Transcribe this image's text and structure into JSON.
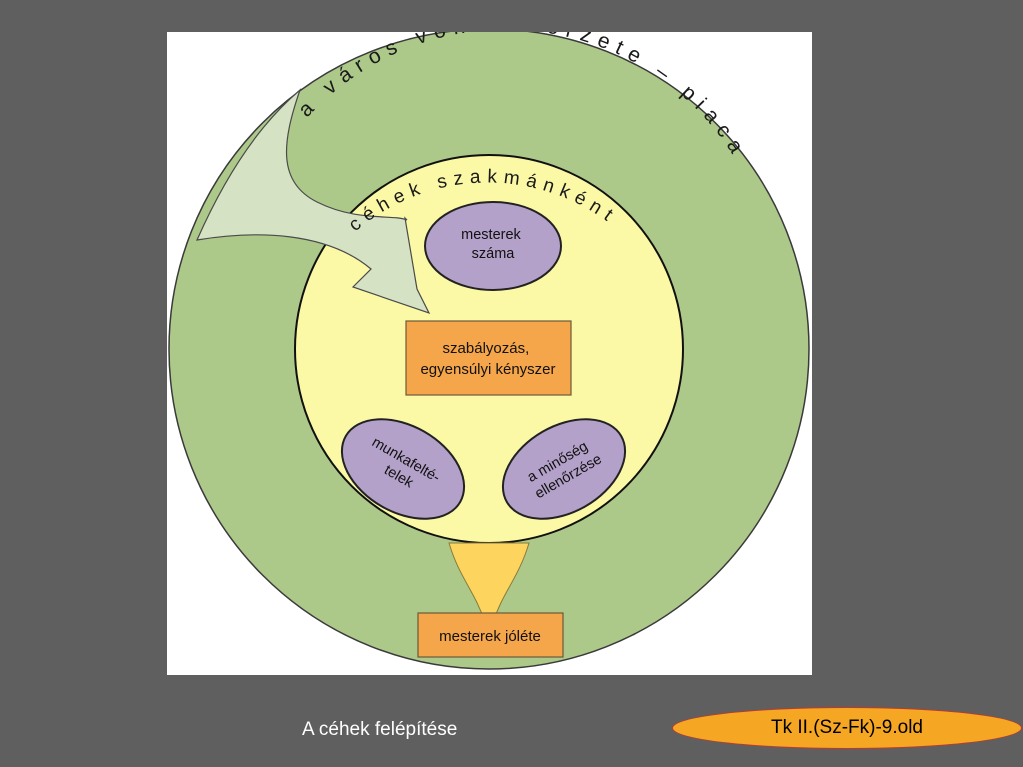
{
  "diagram": {
    "outer_ring_label": "a város vonzáskörzete – piaca",
    "inner_ring_label": "céhek szakmánként",
    "oval_masters_count": [
      "mesterek",
      "száma"
    ],
    "center_box": [
      "szabályozás,",
      "egyensúlyi kényszer"
    ],
    "oval_division_of_work": [
      "munkafelté-",
      "telek"
    ],
    "oval_quality_control": [
      "a minőség",
      "ellenőrzése"
    ],
    "bottom_box": "mesterek jóléte",
    "colors": {
      "outer_ring": "#adc98a",
      "inner_circle": "#fbf8a6",
      "inflow_arrow": "#d6e2c4",
      "boxes": "#f5a54a",
      "ovals": "#b3a1c9",
      "down_arrow": "#fcd45e"
    }
  },
  "caption": "A céhek felépítése",
  "source_badge": "Tk II.(Sz-Fk)-9.old"
}
